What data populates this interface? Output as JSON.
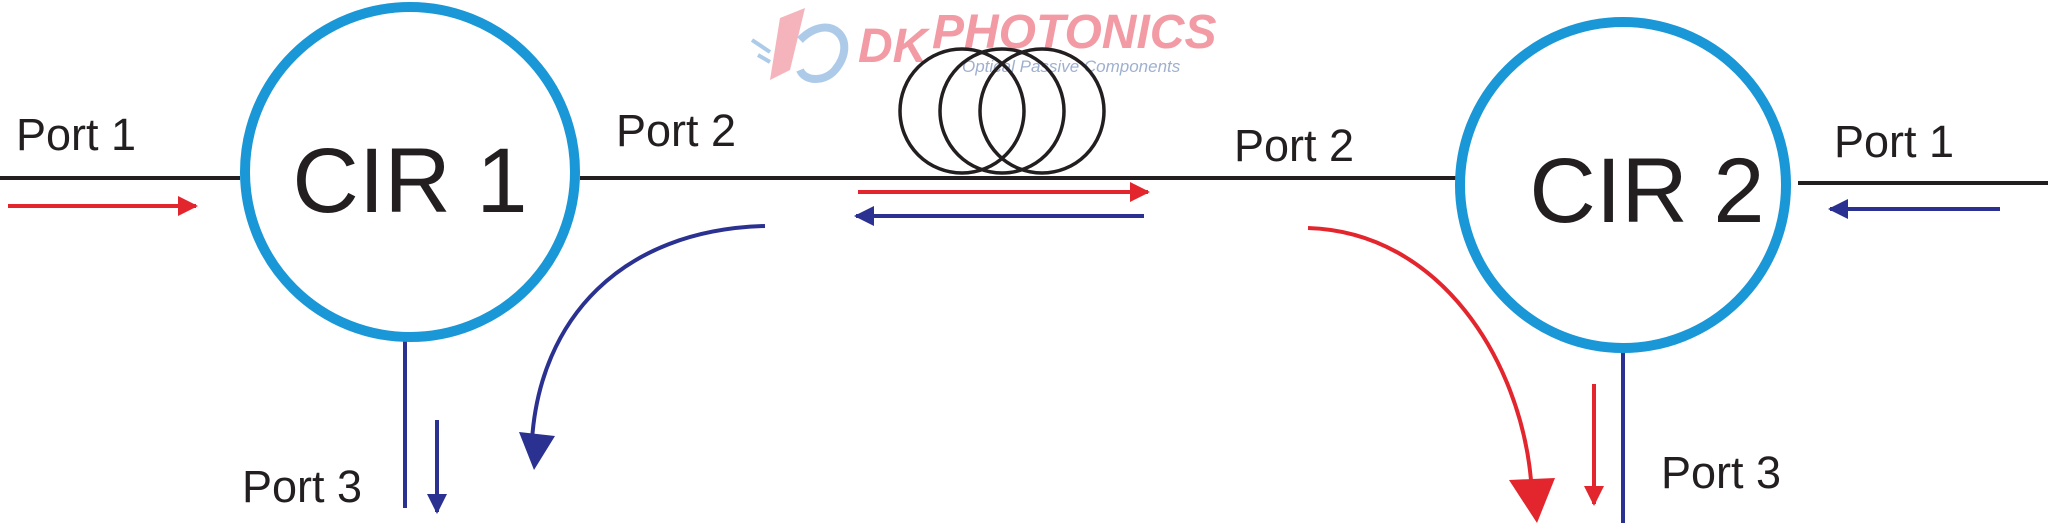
{
  "diagram": {
    "left_circulator": {
      "name": "CIR 1",
      "port1": "Port 1",
      "port2": "Port 2",
      "port3": "Port 3"
    },
    "right_circulator": {
      "name": "CIR 2",
      "port1": "Port 1",
      "port2": "Port 2",
      "port3": "Port 3"
    },
    "watermark": {
      "brand": "DK PHOTONICS",
      "tagline": "Optical Passive Components"
    },
    "colors": {
      "circle": "#1a97d6",
      "fiber": "#231f20",
      "forward_signal": "#e3262e",
      "backward_signal": "#2a3190"
    }
  }
}
